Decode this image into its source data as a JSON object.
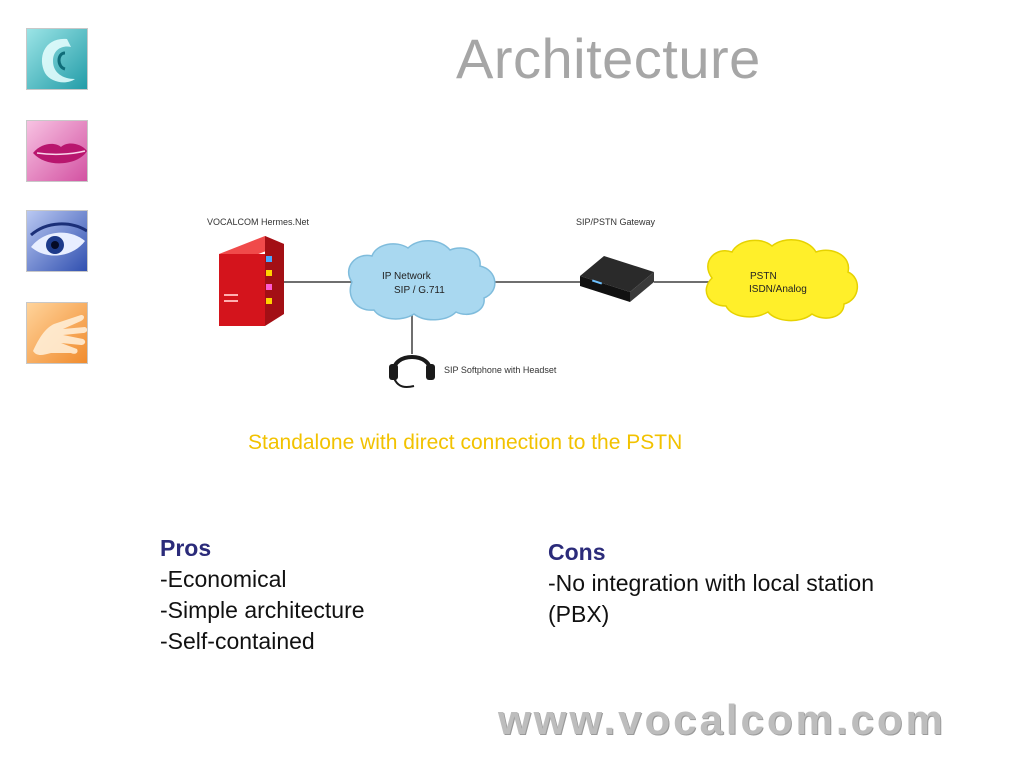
{
  "slide": {
    "title": "Architecture",
    "caption": "Standalone with direct connection to the PSTN",
    "footer": "www.vocalcom.com"
  },
  "diagram": {
    "server_label": "VOCALCOM Hermes.Net",
    "gateway_label": "SIP/PSTN Gateway",
    "ip_network_line1": "IP Network",
    "ip_network_line2": "SIP / G.711",
    "pstn_line1": "PSTN",
    "pstn_line2": "ISDN/Analog",
    "softphone_label": "SIP Softphone with Headset"
  },
  "pros": {
    "heading": "Pros",
    "items": [
      "-Economical",
      "-Simple architecture",
      "-Self-contained"
    ]
  },
  "cons": {
    "heading": "Cons",
    "items": [
      "-No integration with local station (PBX)"
    ]
  },
  "sidebar_images": [
    "ear-image",
    "lips-image",
    "eye-image",
    "hand-image"
  ],
  "colors": {
    "title": "#a6a6a6",
    "caption": "#f2c200",
    "heading": "#2b2b7a",
    "ip_cloud": "#a9d8f0",
    "pstn_cloud": "#ffef2a",
    "server": "#d4141c"
  }
}
